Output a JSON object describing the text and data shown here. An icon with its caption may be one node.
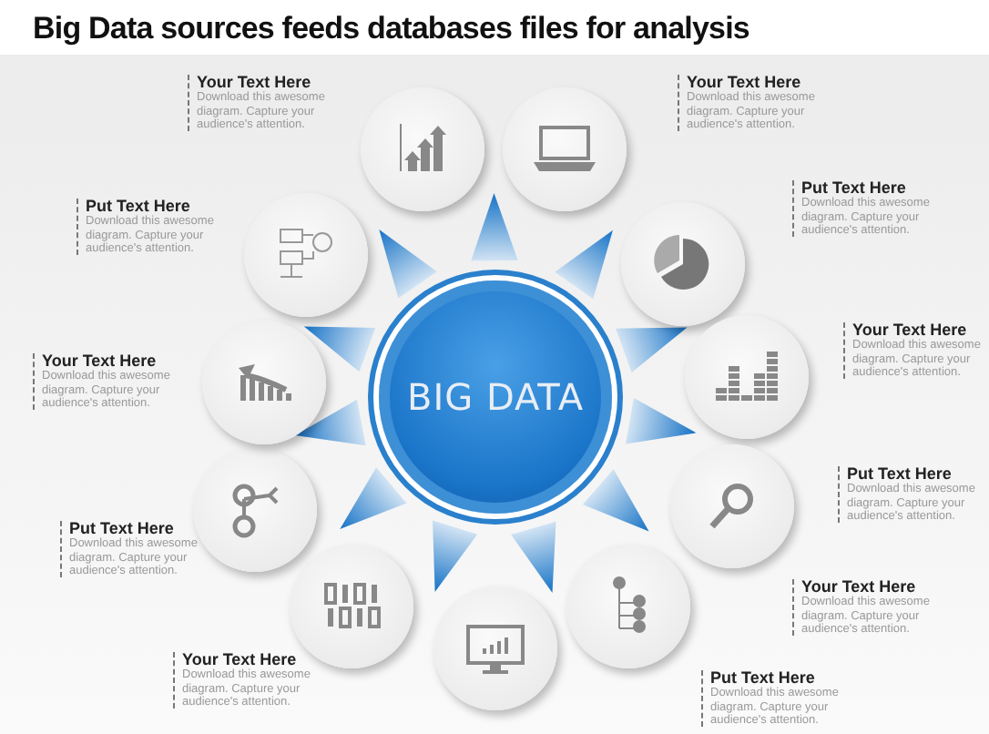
{
  "diagram": {
    "title": "Big Data sources feeds databases files for analysis",
    "nodes": [
      {
        "text": [
          "BIG DATA"
        ]
      },
      {
        "text": [],
        "shape": "circle",
        "beside": [
          "Your Text Here",
          "Download this awesome diagram. Capture your audience's attention."
        ]
      },
      {
        "text": [],
        "shape": "circle",
        "beside": [
          "Your Text Here",
          "Download this awesome diagram. Capture your audience's attention."
        ]
      },
      {
        "text": [],
        "shape": "circle",
        "beside": [
          "Put Text Here",
          "Download this awesome diagram. Capture your audience's attention."
        ]
      },
      {
        "text": [],
        "shape": "circle",
        "beside": [
          "Your Text Here",
          "Download this awesome diagram. Capture your audience's attention."
        ]
      },
      {
        "text": [],
        "shape": "circle",
        "beside": [
          "Put Text Here",
          "Download this awesome diagram. Capture your audience's attention."
        ]
      },
      {
        "text": [],
        "shape": "circle",
        "beside": [
          "Your Text Here",
          "Download this awesome diagram. Capture your audience's attention."
        ]
      },
      {
        "text": [],
        "shape": "circle",
        "beside": [
          "Put Text Here",
          "Download this awesome diagram. Capture your audience's attention."
        ]
      },
      {
        "text": [],
        "shape": "circle",
        "beside": [
          "Your Text Here",
          "Download this awesome diagram. Capture your audience's attention."
        ]
      },
      {
        "text": [],
        "shape": "circle",
        "beside": [
          "Put Text Here",
          "Download this awesome diagram. Capture your audience's attention."
        ]
      },
      {
        "text": [],
        "shape": "circle",
        "beside": [
          "Your Text Here",
          "Download this awesome diagram. Capture your audience's attention."
        ]
      },
      {
        "text": [],
        "shape": "circle",
        "beside": [
          "Put Text Here",
          "Download this awesome diagram. Capture your audience's attention."
        ]
      }
    ]
  }
}
